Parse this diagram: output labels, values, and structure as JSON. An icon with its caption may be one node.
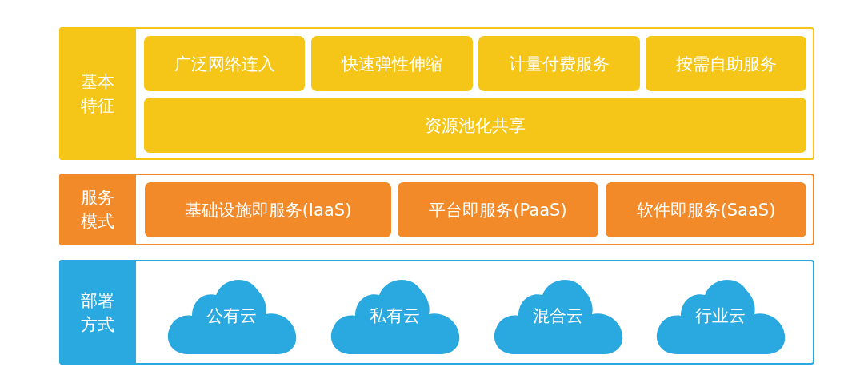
{
  "diagram": {
    "nodes": [
      {
        "text": [
          "基本特征"
        ]
      },
      {
        "text": [
          "广泛网络连入"
        ],
        "in": 0
      },
      {
        "text": [
          "快速弹性伸缩"
        ],
        "in": 0
      },
      {
        "text": [
          "计量付费服务"
        ],
        "in": 0
      },
      {
        "text": [
          "按需自助服务"
        ],
        "in": 0
      },
      {
        "text": [
          "资源池化共享"
        ],
        "in": 0
      },
      {
        "text": [
          "服务模式"
        ]
      },
      {
        "text": [
          "基础设施即服务(IaaS)"
        ],
        "in": 6
      },
      {
        "text": [
          "平台即服务(PaaS)"
        ],
        "in": 6
      },
      {
        "text": [
          "软件即服务(SaaS)"
        ],
        "in": 6
      },
      {
        "text": [
          "部署方式"
        ]
      },
      {
        "text": [
          "公有云"
        ],
        "in": 10
      },
      {
        "text": [
          "私有云"
        ],
        "in": 10
      },
      {
        "text": [
          "混合云"
        ],
        "in": 10
      },
      {
        "text": [
          "行业云"
        ],
        "in": 10
      }
    ]
  }
}
